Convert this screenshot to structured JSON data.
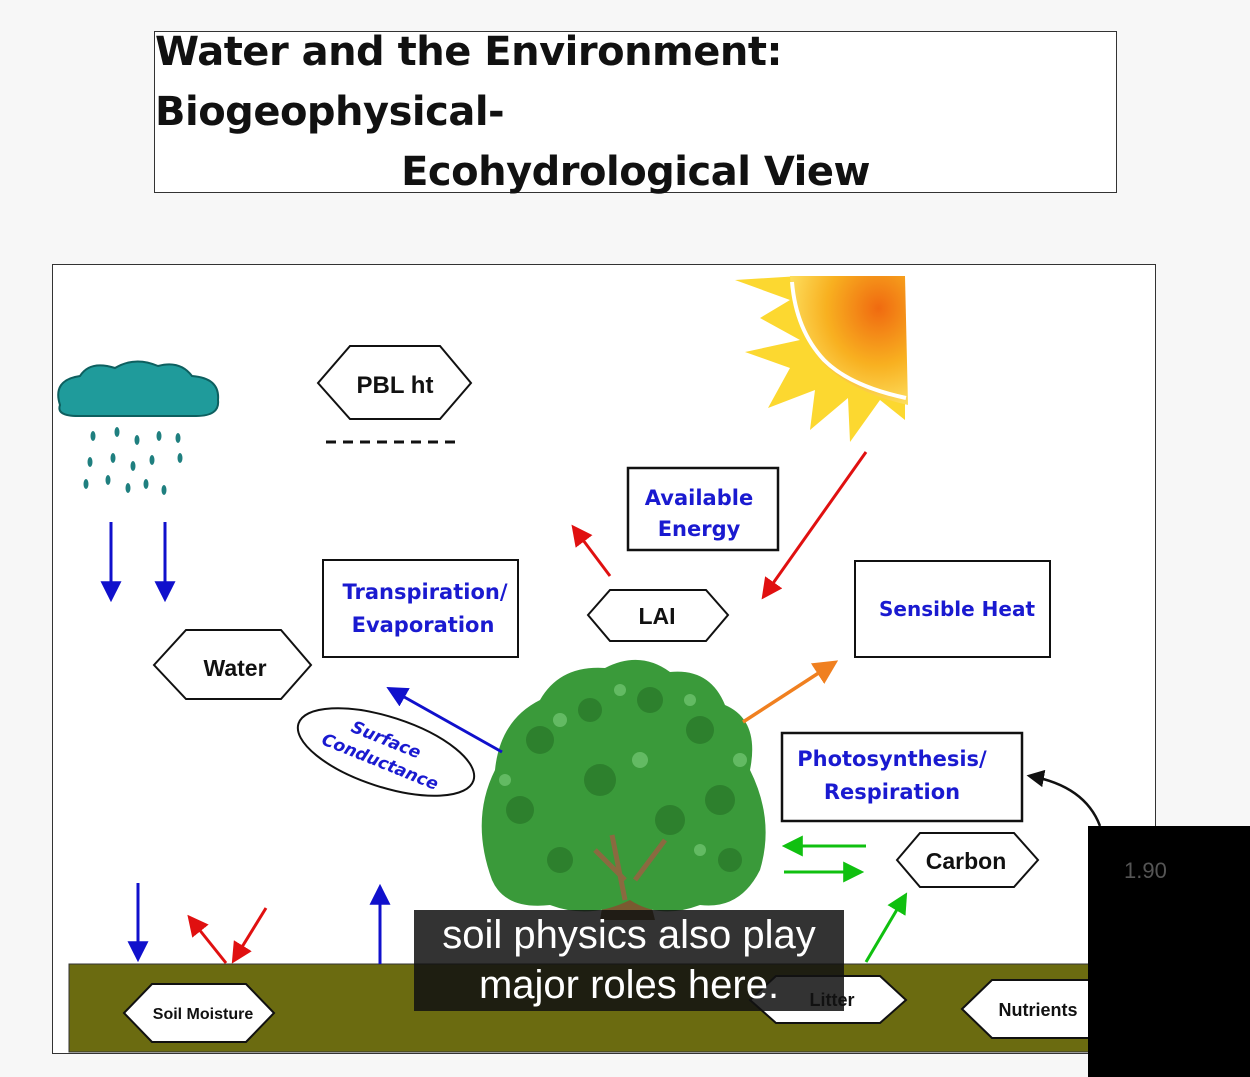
{
  "title": {
    "line1": "Water and the Environment: Biogeophysical-",
    "line2": "Ecohydrological View"
  },
  "diagram": {
    "pbl": "PBL ht",
    "available_energy_1": "Available",
    "available_energy_2": "Energy",
    "lai": "LAI",
    "transpiration_1": "Transpiration/",
    "transpiration_2": "Evaporation",
    "sensible_heat": "Sensible Heat",
    "water": "Water",
    "surface_1": "Surface",
    "surface_2": "Conductance",
    "photosynthesis_1": "Photosynthesis/",
    "photosynthesis_2": "Respiration",
    "carbon": "Carbon",
    "soil_moisture": "Soil Moisture",
    "litter": "Litter",
    "nutrients": "Nutrients"
  },
  "colors": {
    "label_blue": "#1a1ad0",
    "water_arrow": "#1010cc",
    "red_arrow": "#e01010",
    "orange_arrow": "#f08020",
    "green_arrow": "#10c010",
    "soil": "#6b6b10",
    "cloud": "#1f9b9b",
    "tree": "#3a9a3a"
  },
  "caption": {
    "line1": "soil physics also play",
    "line2": "major roles here."
  },
  "player": {
    "speed": "1.90"
  }
}
